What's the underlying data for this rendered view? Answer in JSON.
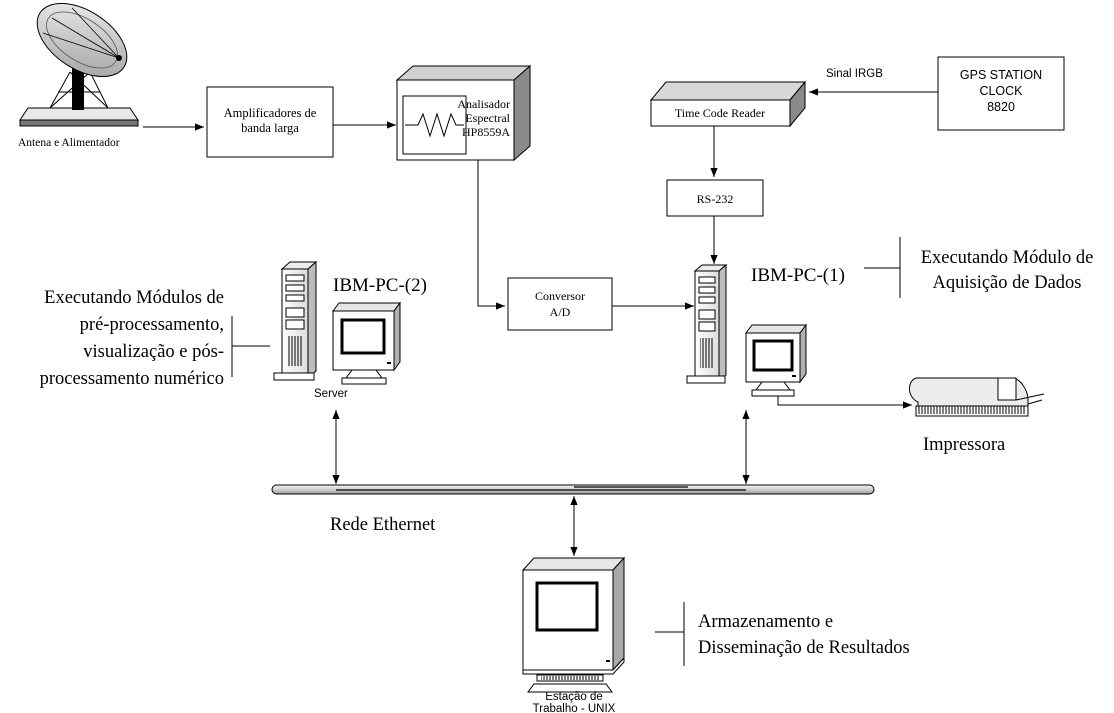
{
  "antenna": {
    "label": "Antena e Alimentador"
  },
  "amplifier": {
    "line1": "Amplificadores de",
    "line2": "banda larga"
  },
  "analyzer": {
    "line1": "Analisador",
    "line2": "Espectral",
    "line3": "HP8559A"
  },
  "time_code_reader": {
    "label": "Time Code Reader"
  },
  "irgb_signal": {
    "label": "Sinal IRGB"
  },
  "gps_clock": {
    "line1": "GPS STATION",
    "line2": "CLOCK",
    "line3": "8820"
  },
  "rs232": {
    "label": "RS-232"
  },
  "converter": {
    "line1": "Conversor",
    "line2": "A/D"
  },
  "pc1": {
    "label": "IBM-PC-(1)",
    "note_line1": "Executando Módulo de",
    "note_line2": "Aquisição de Dados"
  },
  "pc2": {
    "label": "IBM-PC-(2)",
    "server_label": "Server",
    "note_line1": "Executando Módulos de",
    "note_line2": "pré-processamento,",
    "note_line3": "visualização e pós-",
    "note_line4": "processamento numérico"
  },
  "printer": {
    "label": "Impressora"
  },
  "network": {
    "label": "Rede Ethernet"
  },
  "workstation": {
    "line1": "Estação de",
    "line2": "Trabalho - UNIX",
    "note_line1": "Armazenamento e",
    "note_line2": "Disseminação de Resultados"
  }
}
